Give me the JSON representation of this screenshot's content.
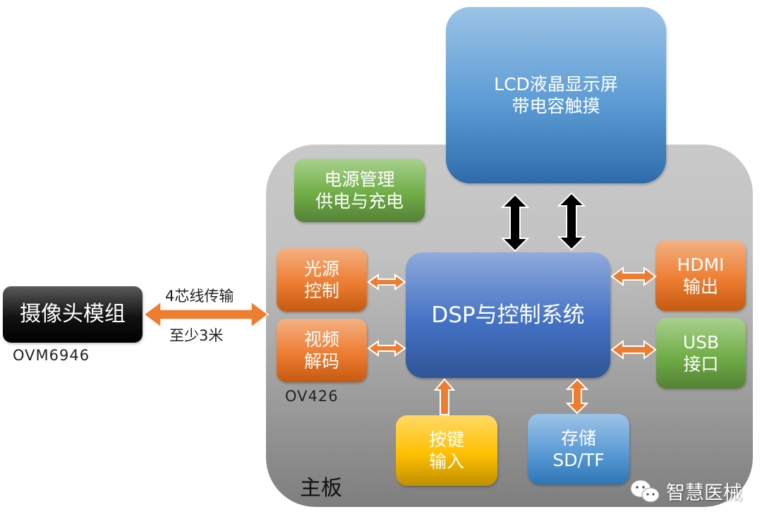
{
  "diagram": {
    "camera_module": {
      "line1": "摄像头模组",
      "part": "OVM6946"
    },
    "cable": {
      "top_label": "4芯线传输",
      "bottom_label": "至少3米"
    },
    "lcd": {
      "line1": "LCD液晶显示屏",
      "line2": "带电容触摸"
    },
    "main_board": {
      "label": "主板",
      "power": {
        "line1": "电源管理",
        "line2": "供电与充电"
      },
      "light_control": {
        "line1": "光源",
        "line2": "控制"
      },
      "video_decode": {
        "line1": "视频",
        "line2": "解码",
        "part": "OV426"
      },
      "dsp": {
        "label": "DSP与控制系统"
      },
      "hdmi": {
        "line1": "HDMI",
        "line2": "输出"
      },
      "usb": {
        "line1": "USB",
        "line2": "接口"
      },
      "keys": {
        "line1": "按键",
        "line2": "输入"
      },
      "storage": {
        "line1": "存储",
        "line2": "SD/TF"
      }
    },
    "watermark": {
      "icon": "wechat-icon",
      "text": "智慧医械"
    },
    "colors": {
      "orange": "#ed7d31",
      "green": "#70ad47",
      "blue": "#4472c4",
      "light_blue": "#5b9bd5",
      "yellow": "#ffc000",
      "black": "#000000",
      "board_gray": "#b0b0b0"
    }
  }
}
